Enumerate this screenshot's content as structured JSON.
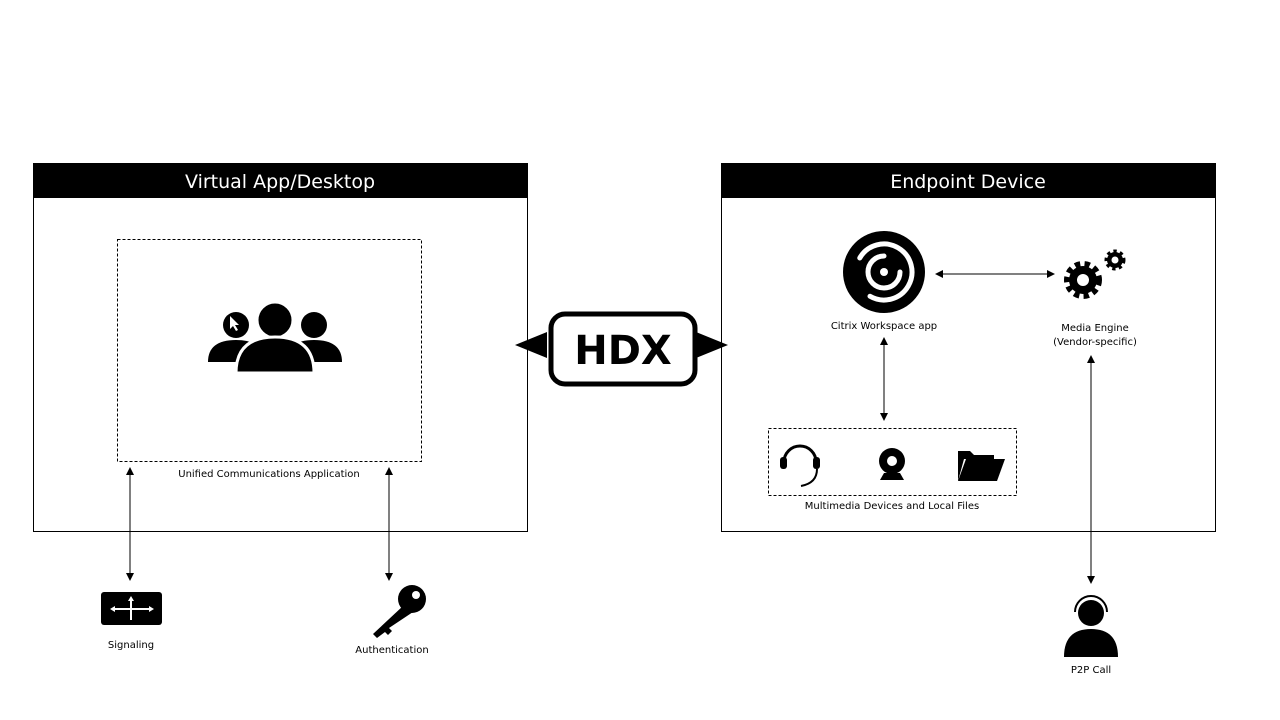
{
  "left_panel": {
    "title": "Virtual App/Desktop",
    "app_label": "Unified Communications Application",
    "icon": "users-group-icon"
  },
  "right_panel": {
    "title": "Endpoint Device",
    "workspace_label": "Citrix Workspace app",
    "media_engine_label": "Media Engine",
    "media_engine_sub": "(Vendor-specific)",
    "devices_label": "Multimedia Devices and Local Files"
  },
  "hdx_label": "HDX",
  "signaling_label": "Signaling",
  "authentication_label": "Authentication",
  "p2p_label": "P2P Call"
}
